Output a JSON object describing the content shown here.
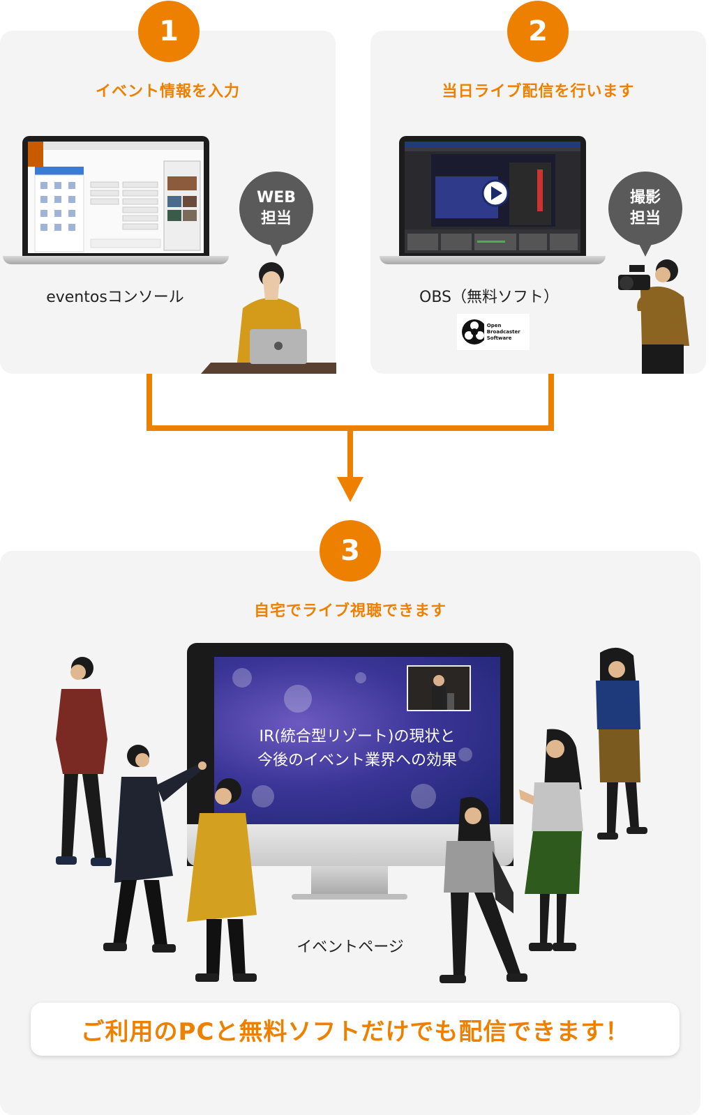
{
  "steps": [
    {
      "number": "1",
      "title": "イベント情報を入力",
      "caption": "eventosコンソール",
      "bubble_lines": [
        "WEB",
        "担当"
      ]
    },
    {
      "number": "2",
      "title": "当日ライブ配信を行います",
      "caption": "OBS（無料ソフト）",
      "bubble_lines": [
        "撮影",
        "担当"
      ],
      "logo_text": [
        "Open Broadcaster",
        "Software"
      ]
    },
    {
      "number": "3",
      "title": "自宅でライブ視聴できます",
      "caption": "イベントページ"
    }
  ],
  "monitor": {
    "lines": [
      "IR(統合型リゾート)の現状と",
      "今後のイベント業界への効果"
    ]
  },
  "banner": {
    "text": "ご利用のPCと無料ソフトだけでも配信できます！"
  },
  "colors": {
    "accent": "#ee8000",
    "panel": "#f4f4f4",
    "bubble": "#5a5a5a"
  }
}
